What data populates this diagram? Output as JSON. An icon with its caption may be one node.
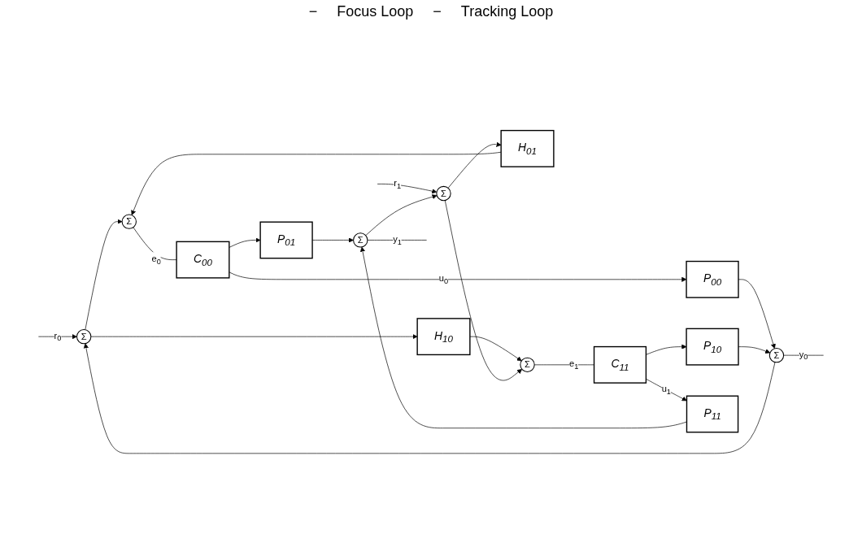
{
  "diagram": {
    "nodes": [
      {
        "text": [
          "Σ"
        ]
      },
      {
        "text": [
          "H$_{10}$"
        ]
      },
      {
        "text": [
          "Σ"
        ]
      },
      {
        "text": [
          "C$_{00}$"
        ]
      },
      {
        "text": [
          "P$_{01}$"
        ]
      },
      {
        "text": [
          "P$_{00}$"
        ]
      },
      {
        "text": [
          "Σ"
        ]
      },
      {
        "text": [
          "Σ"
        ]
      },
      {
        "text": [
          "H$_{01}$"
        ]
      },
      {
        "text": [
          "Σ"
        ]
      },
      {
        "text": [
          "C$_{11}$"
        ]
      },
      {
        "text": [
          "P$_{10}$"
        ]
      },
      {
        "text": [
          "P$_{11}$"
        ]
      },
      {
        "text": [
          "Σ"
        ]
      }
    ],
    "edges": [
      {
        "from": null,
        "to": 0,
        "arrow": "to",
        "label": "r$_{0}$"
      },
      {
        "from": 0,
        "to": 2,
        "arrow": "to"
      },
      {
        "from": 0,
        "to": 1,
        "arrow": "to"
      },
      {
        "from": 1,
        "to": 9,
        "arrow": "to"
      },
      {
        "from": 8,
        "to": 2,
        "arrow": "to"
      },
      {
        "from": 2,
        "to": 3,
        "arrow": "none",
        "label": "e$_{0}$"
      },
      {
        "from": 3,
        "to": 5,
        "arrow": "to",
        "label": "u$_{0}$"
      },
      {
        "from": 3,
        "to": 4,
        "arrow": "to"
      },
      {
        "from": 5,
        "to": 6,
        "arrow": "to"
      },
      {
        "from": 6,
        "to": null,
        "arrow": "none",
        "label": "y$_{0}$"
      },
      {
        "from": 6,
        "to": 0,
        "arrow": "to"
      },
      {
        "from": 4,
        "to": 13,
        "arrow": "to"
      },
      {
        "from": 11,
        "to": 6,
        "arrow": "to"
      },
      {
        "from": null,
        "to": 7,
        "arrow": "to",
        "label": "r$_{1}$"
      },
      {
        "from": 7,
        "to": 9,
        "arrow": "to"
      },
      {
        "from": 7,
        "to": 8,
        "arrow": "to"
      },
      {
        "from": 9,
        "to": 10,
        "arrow": "none",
        "label": "e$_{1}$"
      },
      {
        "from": 10,
        "to": 12,
        "arrow": "to",
        "label": "u$_{1}$"
      },
      {
        "from": 10,
        "to": 11,
        "arrow": "to"
      },
      {
        "from": 12,
        "to": 13,
        "arrow": "to"
      },
      {
        "from": 13,
        "to": null,
        "arrow": "none",
        "label": "y$_{1}$"
      },
      {
        "from": 13,
        "to": 7,
        "arrow": "to"
      }
    ],
    "labels": [
      "−",
      "Focus Loop",
      "−",
      "Tracking Loop"
    ]
  }
}
